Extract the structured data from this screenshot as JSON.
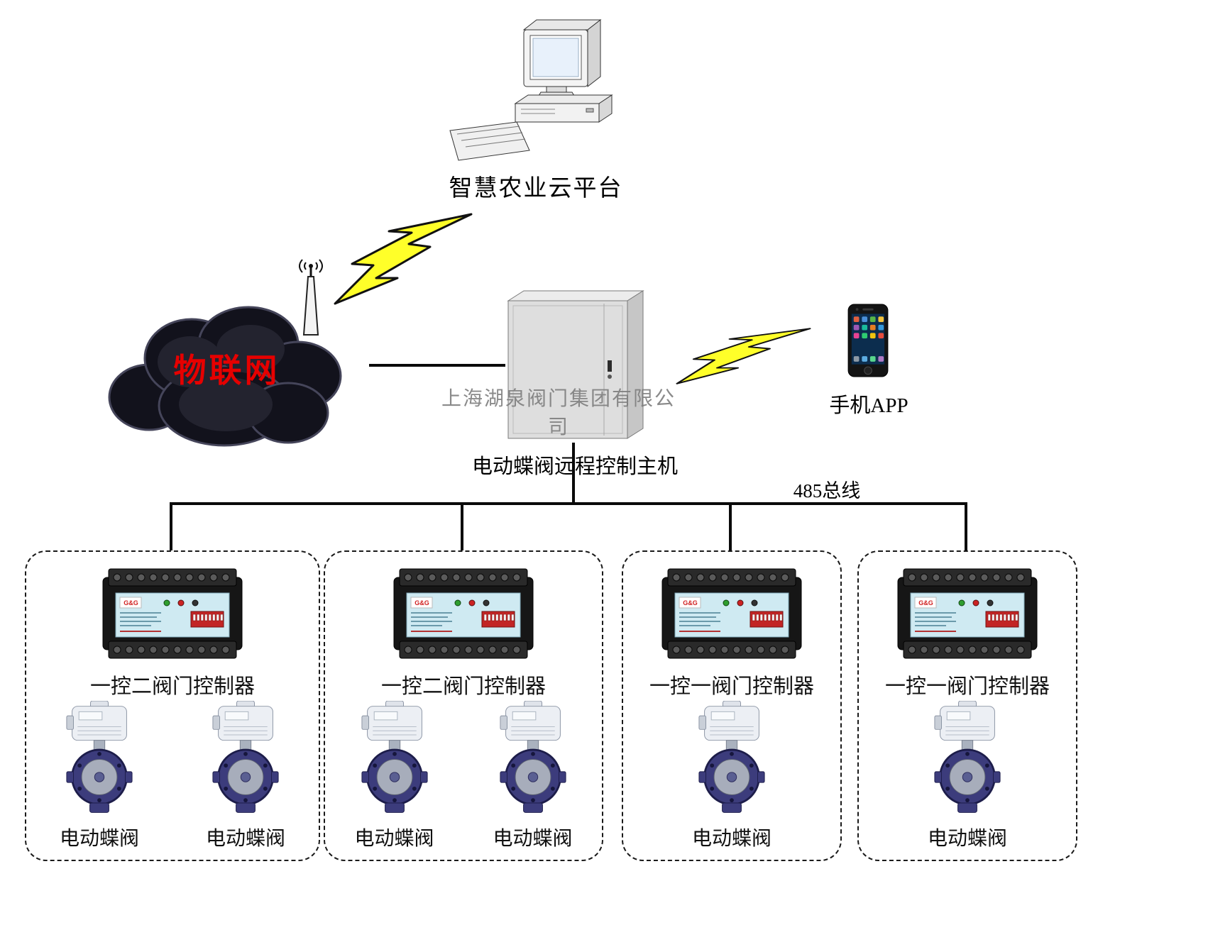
{
  "platform": {
    "label": "智慧农业云平台"
  },
  "cloud": {
    "label": "物联网"
  },
  "cabinet": {
    "watermark": "上海湖泉阀门集团有限公司",
    "label": "电动蝶阀远程控制主机"
  },
  "phone": {
    "label": "手机APP"
  },
  "bus": {
    "label": "485总线"
  },
  "controller_logo": "G&G",
  "groups": [
    {
      "controller_label": "一控二阀门控制器",
      "valves": [
        "电动蝶阀",
        "电动蝶阀"
      ]
    },
    {
      "controller_label": "一控二阀门控制器",
      "valves": [
        "电动蝶阀",
        "电动蝶阀"
      ]
    },
    {
      "controller_label": "一控一阀门控制器",
      "valves": [
        "电动蝶阀"
      ]
    },
    {
      "controller_label": "一控一阀门控制器",
      "valves": [
        "电动蝶阀"
      ]
    }
  ],
  "colors": {
    "lightning_yellow": "#ffff2a",
    "iot_text_red": "#e60000",
    "controller_panel_cyan": "#cfeaf2",
    "dip_switch_red": "#c22525",
    "valve_body_blue": "#3c3c7c",
    "cloud_dark": "#12121c",
    "cabinet_gray": "#dedede"
  }
}
